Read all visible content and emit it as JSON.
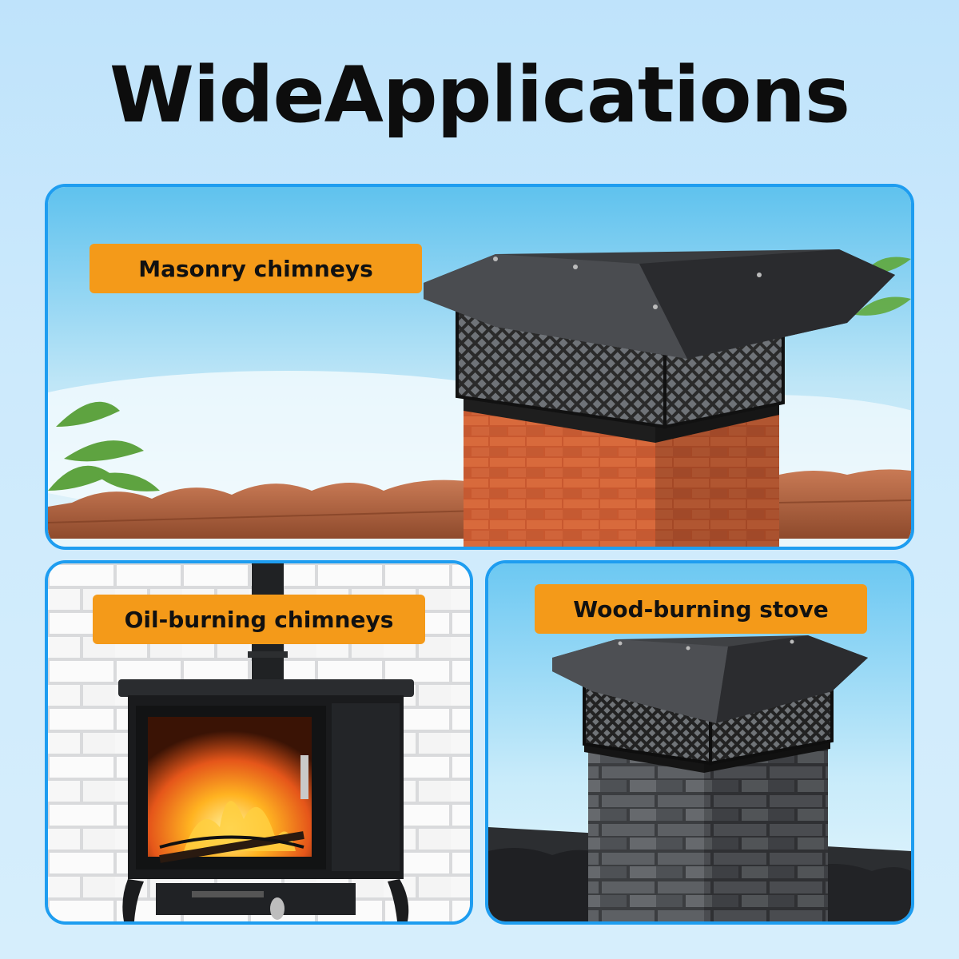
{
  "title": "WideApplications",
  "panels": {
    "top": {
      "label": "Masonry chimneys",
      "image": "chimney-cap-on-brick-chimney"
    },
    "left": {
      "label": "Oil-burning chimneys",
      "image": "wood-stove-with-fire"
    },
    "right": {
      "label": "Wood-burning stove",
      "image": "chimney-cap-on-stone-chimney"
    }
  },
  "colors": {
    "accent_border": "#1e9df0",
    "label_background": "#f49a19",
    "background": "#cdeafc"
  }
}
